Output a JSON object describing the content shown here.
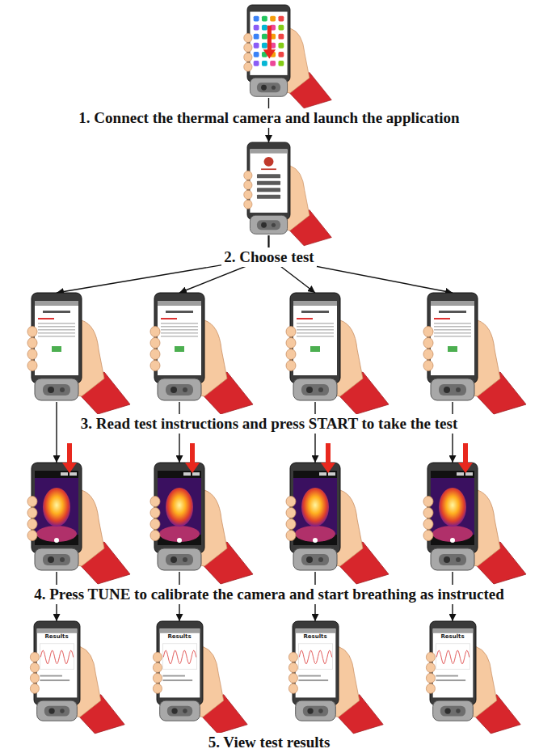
{
  "diagram": {
    "nodes": [
      {
        "text": []
      },
      {
        "text": []
      },
      {
        "text": []
      },
      {
        "text": []
      },
      {
        "text": []
      },
      {
        "text": []
      },
      {
        "text": []
      },
      {
        "text": []
      },
      {
        "text": []
      },
      {
        "text": []
      },
      {
        "text": [
          "Results"
        ]
      },
      {
        "text": [
          "Results"
        ]
      },
      {
        "text": [
          "Results"
        ]
      },
      {
        "text": [
          "Results"
        ]
      }
    ],
    "edges": [
      {
        "from": 0,
        "to": 1,
        "arrow": "to"
      },
      {
        "from": 1,
        "to": 2,
        "arrow": "to"
      },
      {
        "from": 1,
        "to": 3,
        "arrow": "to"
      },
      {
        "from": 1,
        "to": 4,
        "arrow": "to"
      },
      {
        "from": 1,
        "to": 5,
        "arrow": "to"
      },
      {
        "from": 2,
        "to": 6,
        "arrow": "to"
      },
      {
        "from": 3,
        "to": 7,
        "arrow": "to"
      },
      {
        "from": 4,
        "to": 8,
        "arrow": "to"
      },
      {
        "from": 5,
        "to": 9,
        "arrow": "to"
      },
      {
        "from": 6,
        "to": 10,
        "arrow": "to"
      },
      {
        "from": 7,
        "to": 11,
        "arrow": "to"
      },
      {
        "from": 8,
        "to": 12,
        "arrow": "to"
      },
      {
        "from": 9,
        "to": 13,
        "arrow": "to"
      }
    ],
    "labels": [
      "1. Connect the thermal camera and launch the application",
      "2. Choose test",
      "3. Read test instructions and press START to take the test",
      "4. Press TUNE to calibrate the camera and start breathing as instructed",
      "5. View test results"
    ]
  }
}
